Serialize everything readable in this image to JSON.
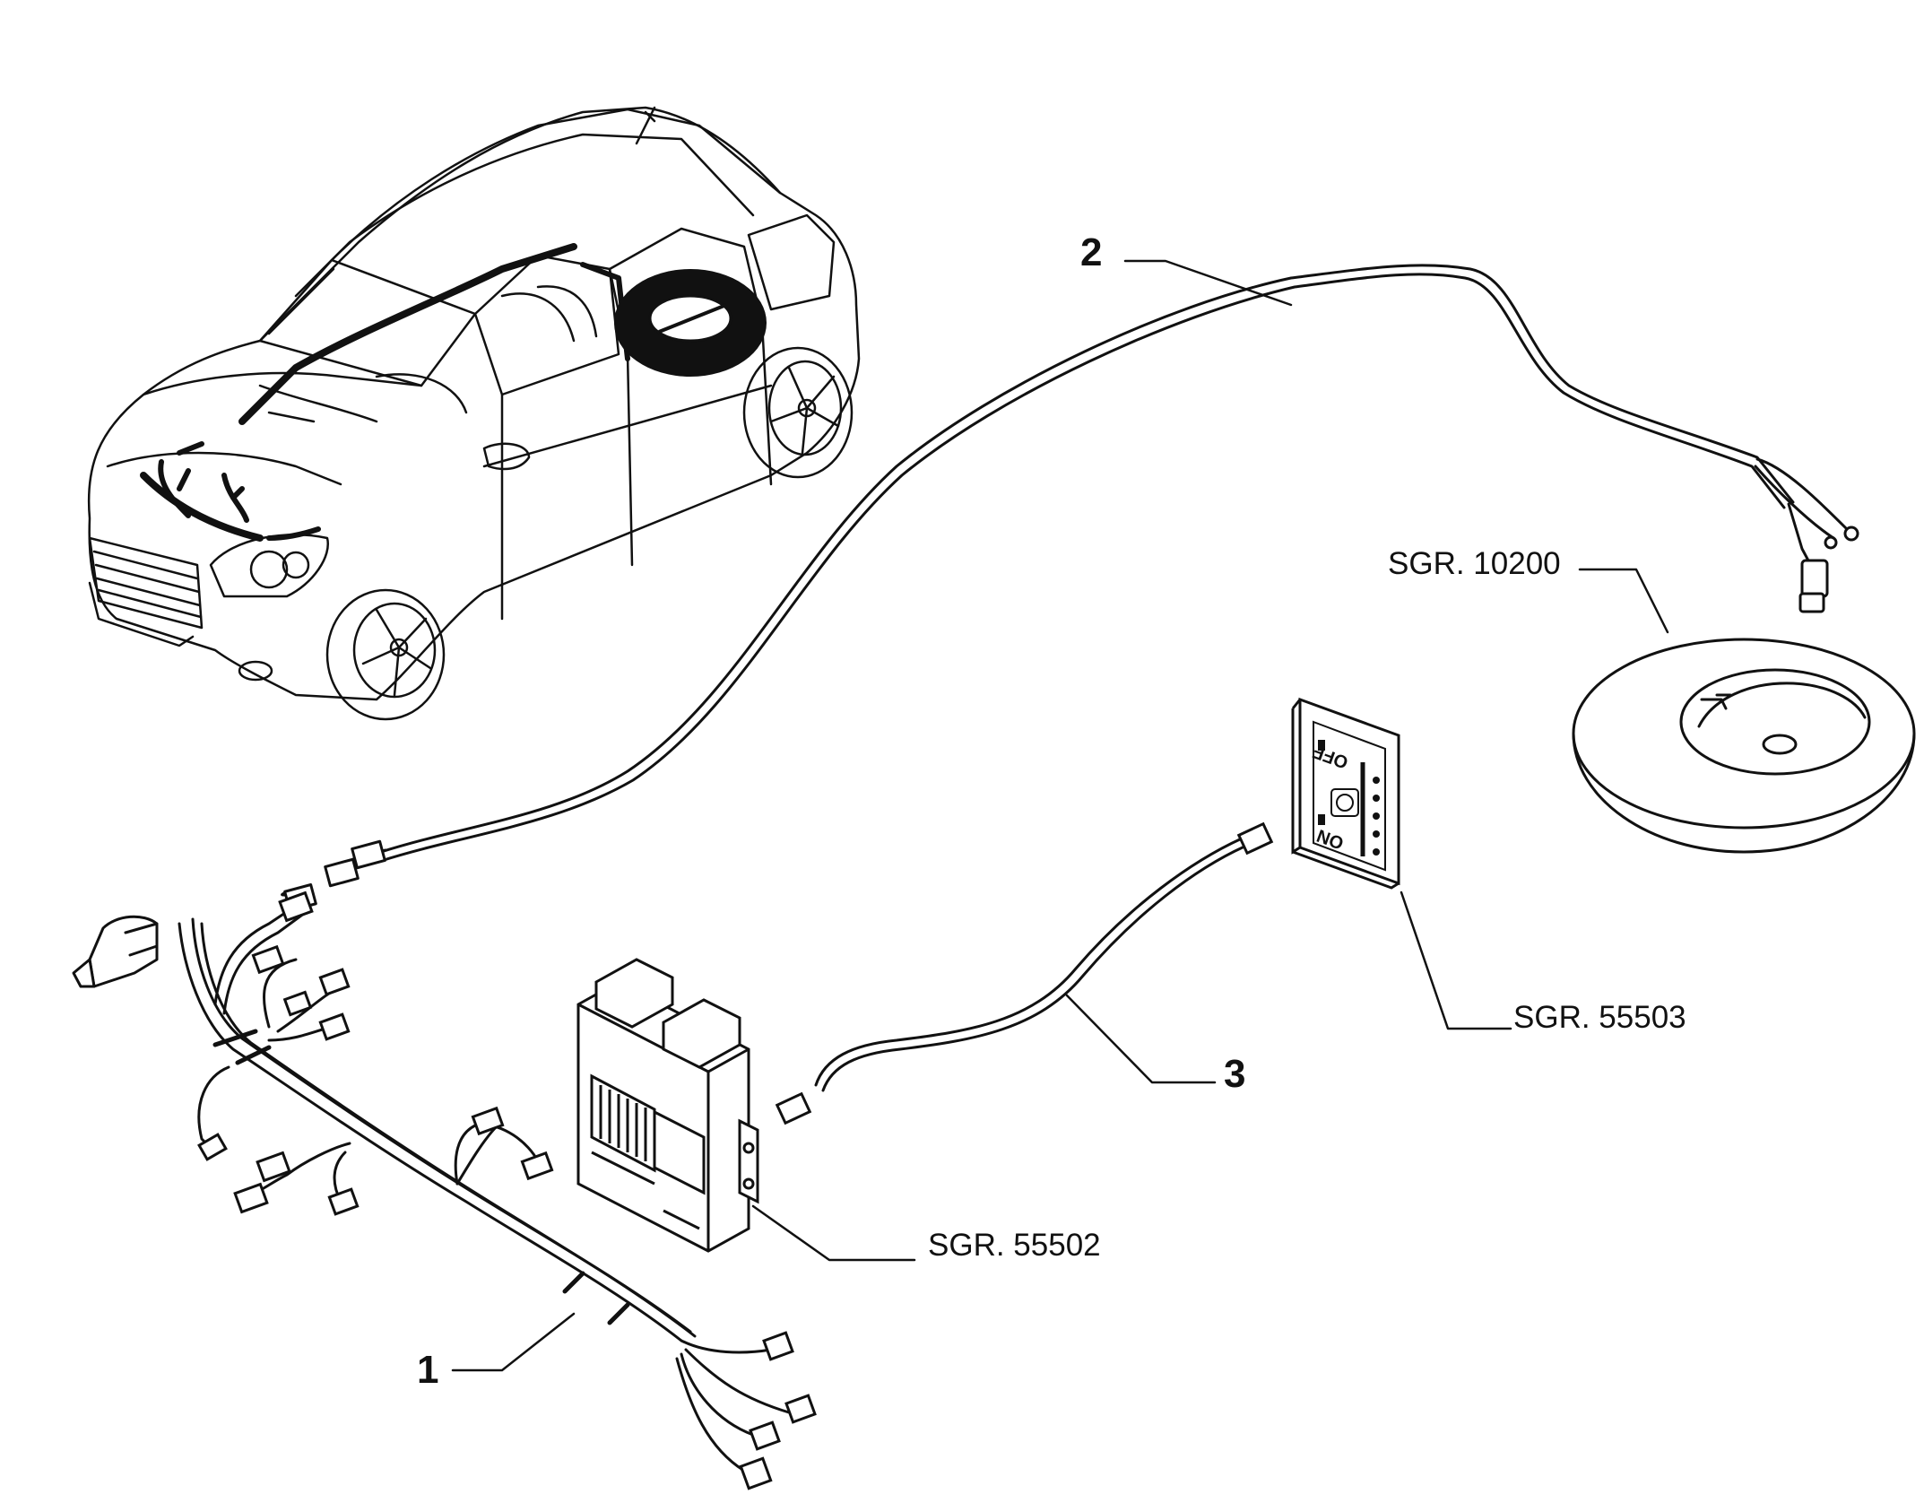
{
  "callouts": [
    {
      "id": "1",
      "text": "1"
    },
    {
      "id": "2",
      "text": "2"
    },
    {
      "id": "3",
      "text": "3"
    }
  ],
  "references": [
    {
      "id": "spare-tank",
      "text": "SGR. 10200"
    },
    {
      "id": "switch",
      "text": "SGR. 55503"
    },
    {
      "id": "ecu",
      "text": "SGR. 55502"
    }
  ],
  "switch_panel": {
    "off_label": "OFF",
    "on_label": "ON"
  }
}
